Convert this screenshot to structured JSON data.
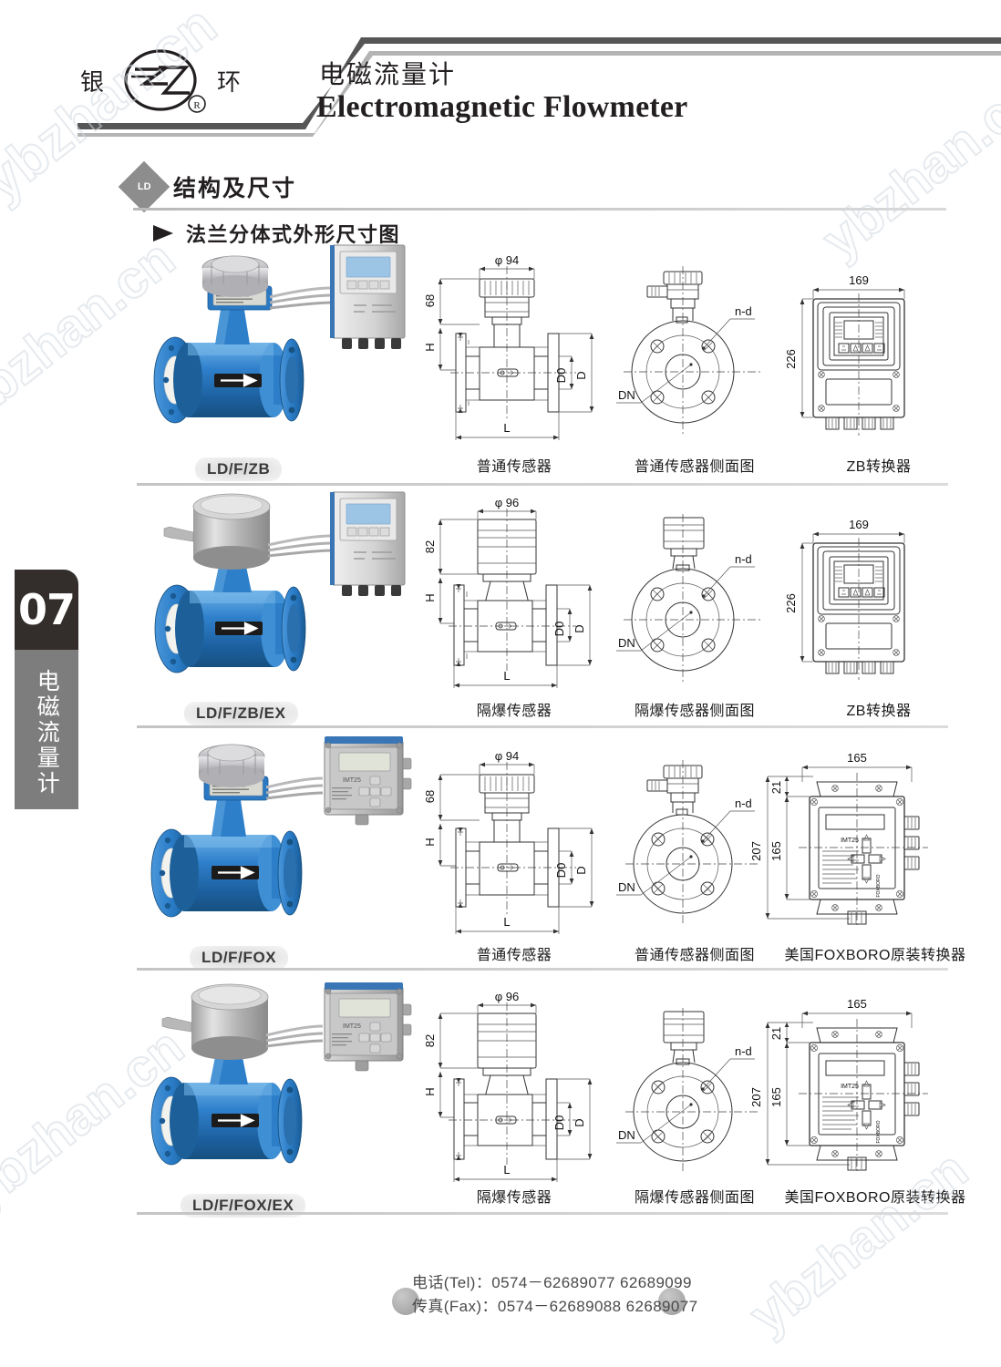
{
  "header": {
    "logo_left_char": "银",
    "logo_right_char": "环",
    "logo_badge": "®",
    "title_cn": "电磁流量计",
    "title_en": "Electromagnetic Flowmeter"
  },
  "side_tab": {
    "page_number": "07",
    "vertical_label": "电磁流量计"
  },
  "section": {
    "diamond_label": "LD",
    "title": "结构及尺寸",
    "subtitle": "法兰分体式外形尺寸图"
  },
  "rows": [
    {
      "model_tag": "LD/F/ZB",
      "sensor_caption": "普通传感器",
      "side_caption": "普通传感器侧面图",
      "converter_caption": "ZB转换器",
      "sensor_dims": {
        "phi": "φ 94",
        "height": "68",
        "H": "H",
        "L": "L",
        "D": "D",
        "D0": "D0"
      },
      "side_dims": {
        "nd": "n-d",
        "dn": "DN"
      },
      "converter_dims": {
        "width": "169",
        "height": "226"
      },
      "converter_type": "ZB"
    },
    {
      "model_tag": "LD/F/ZB/EX",
      "sensor_caption": "隔爆传感器",
      "side_caption": "隔爆传感器侧面图",
      "converter_caption": "ZB转换器",
      "sensor_dims": {
        "phi": "φ 96",
        "height": "82",
        "H": "H",
        "L": "L",
        "D": "D",
        "D0": "D0"
      },
      "side_dims": {
        "nd": "n-d",
        "dn": "DN"
      },
      "converter_dims": {
        "width": "169",
        "height": "226"
      },
      "converter_type": "ZB"
    },
    {
      "model_tag": "LD/F/FOX",
      "sensor_caption": "普通传感器",
      "side_caption": "普通传感器侧面图",
      "converter_caption": "美国FOXBORO原装转换器",
      "sensor_dims": {
        "phi": "φ 94",
        "height": "68",
        "H": "H",
        "L": "L",
        "D": "D",
        "D0": "D0"
      },
      "side_dims": {
        "nd": "n-d",
        "dn": "DN"
      },
      "converter_dims": {
        "width": "165",
        "height": "207",
        "top": "21",
        "inner": "165",
        "model_text": "IMT25",
        "brand_text": "FOXBORO"
      },
      "converter_type": "FOX"
    },
    {
      "model_tag": "LD/F/FOX/EX",
      "sensor_caption": "隔爆传感器",
      "side_caption": "隔爆传感器侧面图",
      "converter_caption": "美国FOXBORO原装转换器",
      "sensor_dims": {
        "phi": "φ 96",
        "height": "82",
        "H": "H",
        "L": "L",
        "D": "D",
        "D0": "D0"
      },
      "side_dims": {
        "nd": "n-d",
        "dn": "DN"
      },
      "converter_dims": {
        "width": "165",
        "height": "207",
        "top": "21",
        "inner": "165",
        "model_text": "IMT25",
        "brand_text": "FOXBORO"
      },
      "converter_type": "FOX"
    }
  ],
  "footer": {
    "tel": "电话(Tel)：0574－62689077  62689099",
    "fax": "传真(Fax)：0574－62689088  62689077"
  },
  "watermark": {
    "text": "ybzhan.cn"
  },
  "colors": {
    "body_blue": "#2a7cc7",
    "tab_dark": "#332e2b",
    "tab_gray": "#7d7d7d",
    "line": "#333333"
  }
}
